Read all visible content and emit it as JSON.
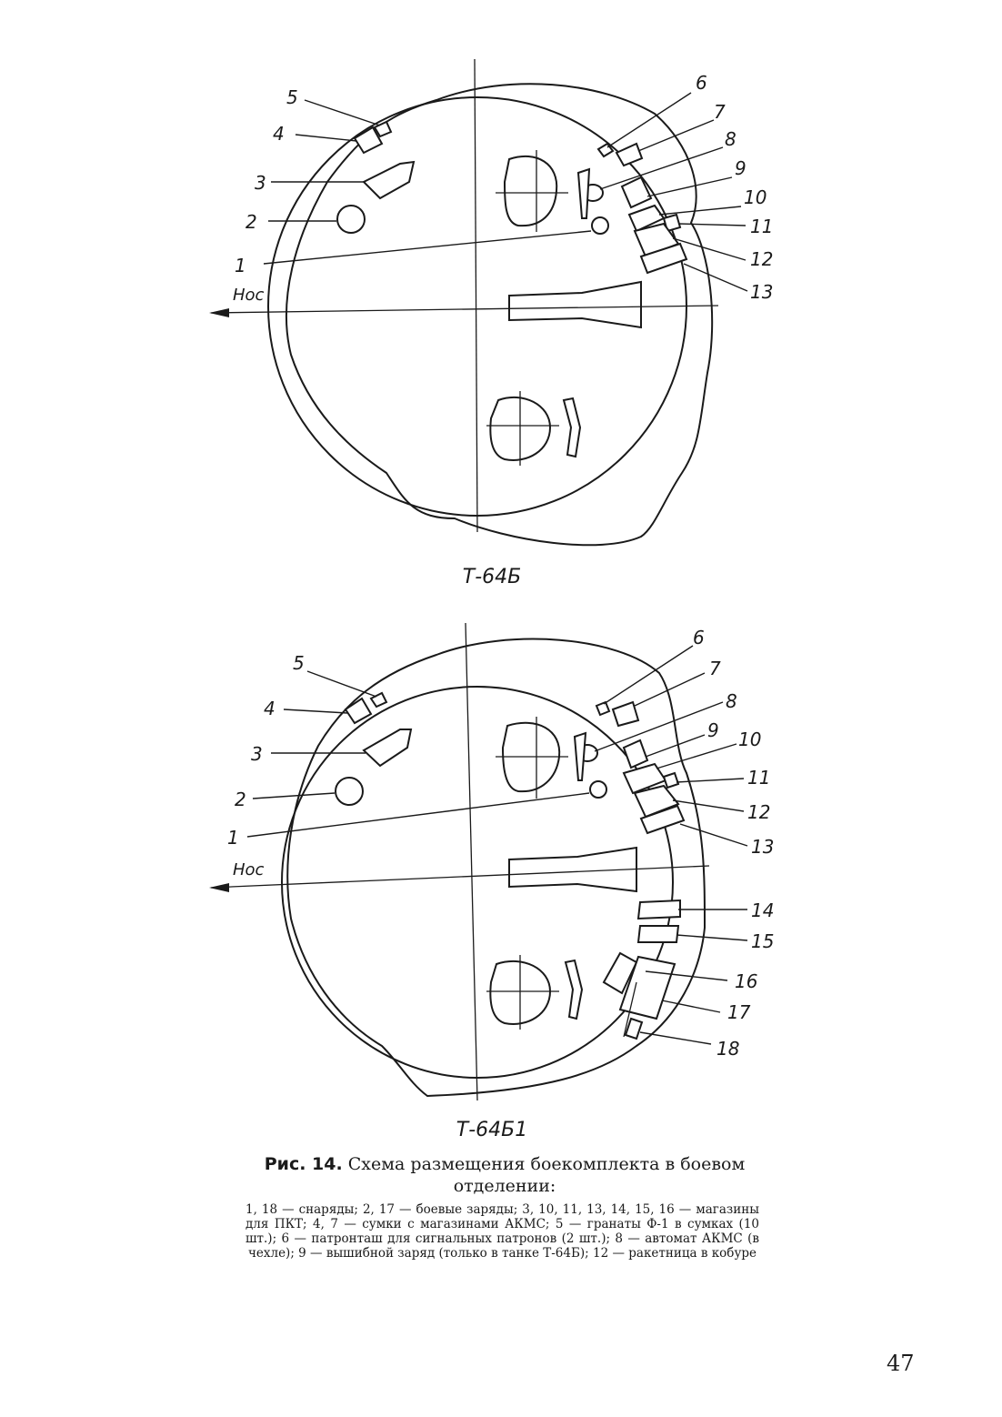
{
  "diagram1": {
    "labels": [
      "1",
      "2",
      "3",
      "4",
      "5",
      "6",
      "7",
      "8",
      "9",
      "10",
      "11",
      "12",
      "13"
    ],
    "nose_label": "Нос",
    "tank_label": "Т-64Б"
  },
  "diagram2": {
    "labels": [
      "1",
      "2",
      "3",
      "4",
      "5",
      "6",
      "7",
      "8",
      "9",
      "10",
      "11",
      "12",
      "13",
      "14",
      "15",
      "16",
      "17",
      "18"
    ],
    "nose_label": "Нос",
    "tank_label": "Т-64Б1"
  },
  "caption": {
    "prefix": "Рис. 14.",
    "text": "Схема размещения боекомплекта в боевом отделении:"
  },
  "legend": "1, 18 — снаряды; 2, 17 — боевые заряды; 3, 10, 11, 13, 14, 15, 16 — магазины для ПКТ; 4, 7 — сумки с магазинами АКМС; 5 — гранаты Ф-1 в сумках (10 шт.); 6 — патронташ для сигнальных патронов (2 шт.); 8 — автомат АКМС (в чехле); 9 — вышибной заряд (только в танке Т-64Б); 12 — ракетница в кобуре",
  "page_number": "47"
}
